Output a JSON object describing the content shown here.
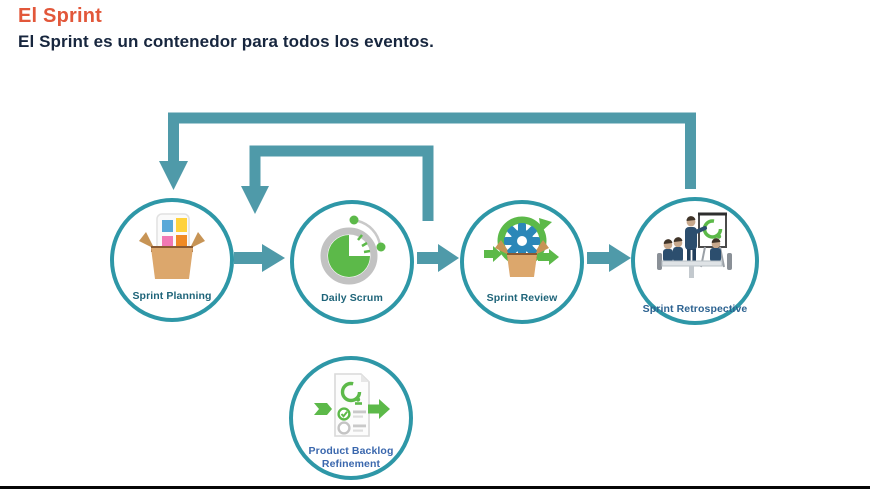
{
  "page": {
    "title": "El Sprint",
    "subtitle": "El Sprint es un contenedor para todos los eventos."
  },
  "colors": {
    "title_orange": "#e2573a",
    "body_text": "#17263e",
    "arrow_teal": "#4f9aa9",
    "circle_border_teal": "#2e97a7",
    "node_label_teal": "#1e6479",
    "node_label_steel_blue": "#2d6391",
    "node_label_blue": "#3a67ad",
    "icon_green": "#5cb949",
    "icon_gear_blue": "#2b87b8",
    "icon_box_brown": "#dca76c",
    "bottom_rule_black": "#060606"
  },
  "diagram": {
    "nodes": [
      {
        "id": "sprint-planning",
        "label": "Sprint Planning",
        "icon": "sticky-notes-box-icon"
      },
      {
        "id": "daily-scrum",
        "label": "Daily Scrum",
        "icon": "timer-icon"
      },
      {
        "id": "sprint-review",
        "label": "Sprint Review",
        "icon": "gear-box-icon"
      },
      {
        "id": "sprint-retrospective",
        "label": "Sprint Retrospective",
        "icon": "team-meeting-icon"
      },
      {
        "id": "product-backlog-refinement",
        "label": "Product Backlog Refinement",
        "icon": "document-checklist-icon"
      }
    ],
    "connectors": [
      {
        "id": "outer-loop",
        "from": "sprint-retrospective",
        "to": "sprint-planning"
      },
      {
        "id": "inner-loop",
        "from": "daily-scrum",
        "to": "daily-scrum"
      },
      {
        "id": "planning-to-daily",
        "from": "sprint-planning",
        "to": "daily-scrum"
      },
      {
        "id": "daily-to-review",
        "from": "daily-scrum",
        "to": "sprint-review"
      },
      {
        "id": "review-to-retrospective",
        "from": "sprint-review",
        "to": "sprint-retrospective"
      }
    ]
  }
}
